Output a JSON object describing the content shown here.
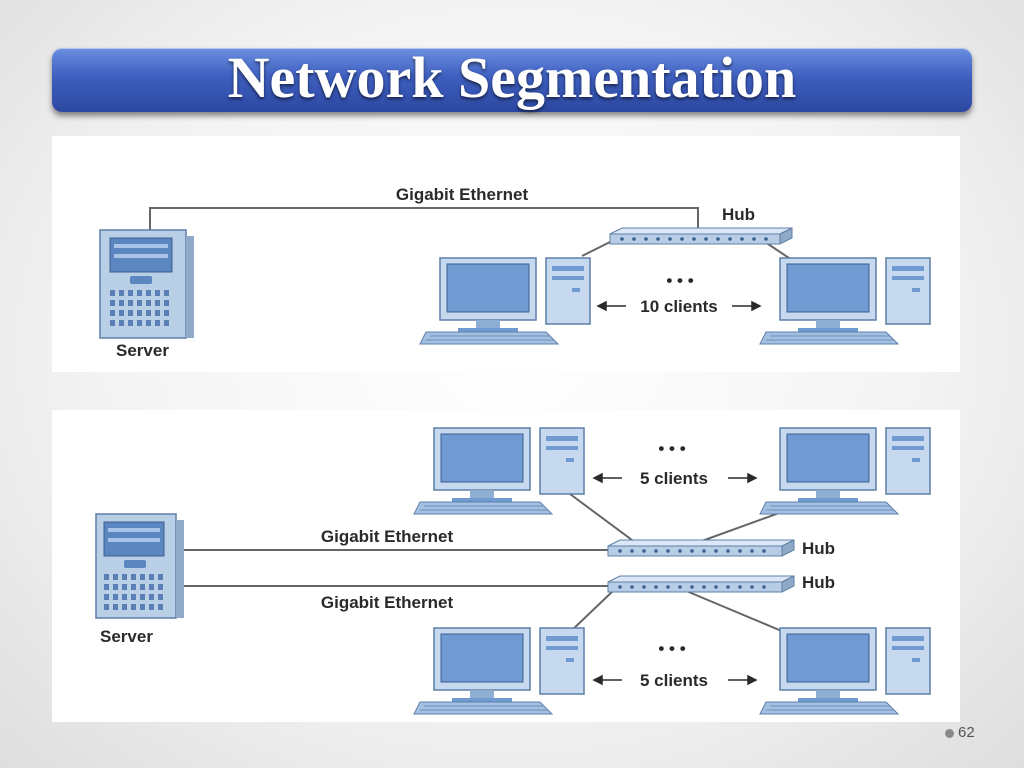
{
  "slide": {
    "title": "Network Segmentation",
    "page_number": "62"
  },
  "top_diagram": {
    "link_label": "Gigabit Ethernet",
    "hub_label": "Hub",
    "server_label": "Server",
    "ellipsis": "• • •",
    "clients_label": "10 clients"
  },
  "bottom_diagram": {
    "link_label_1": "Gigabit Ethernet",
    "link_label_2": "Gigabit Ethernet",
    "hub_label_1": "Hub",
    "hub_label_2": "Hub",
    "server_label": "Server",
    "ellipsis_1": "• • •",
    "ellipsis_2": "• • •",
    "clients_label_1": "5 clients",
    "clients_label_2": "5 clients"
  }
}
